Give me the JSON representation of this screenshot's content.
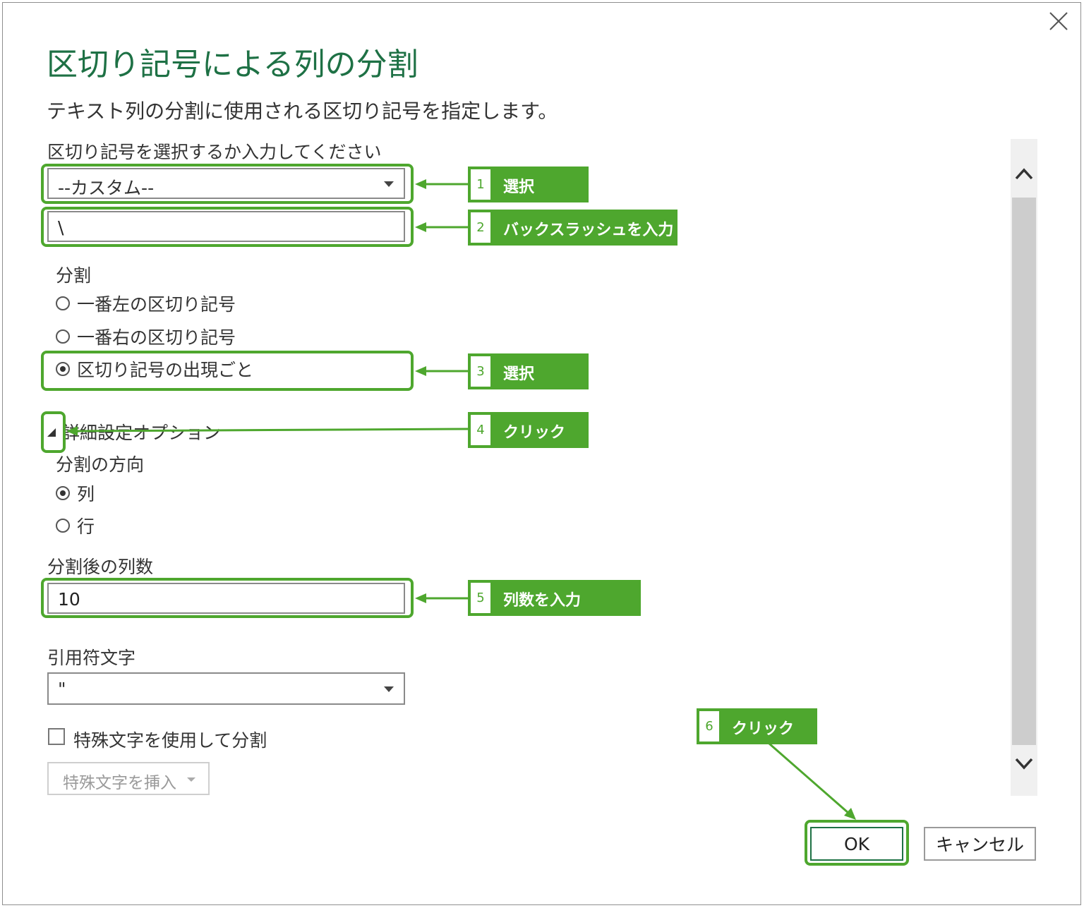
{
  "dialog": {
    "title": "区切り記号による列の分割",
    "subtitle": "テキスト列の分割に使用される区切り記号を指定します。"
  },
  "delimiter": {
    "label": "区切り記号を選択するか入力してください",
    "selected": "--カスタム--",
    "custom_value": "\\"
  },
  "split": {
    "label": "分割",
    "options": [
      "一番左の区切り記号",
      "一番右の区切り記号",
      "区切り記号の出現ごと"
    ],
    "selected_index": 2
  },
  "advanced": {
    "label": "詳細設定オプション",
    "direction_label": "分割の方向",
    "direction_options": [
      "列",
      "行"
    ],
    "direction_selected_index": 0,
    "columns_label": "分割後の列数",
    "columns_value": "10",
    "quote_label": "引用符文字",
    "quote_value": "\"",
    "special_chars_checkbox_label": "特殊文字を使用して分割",
    "special_chars_checked": false,
    "insert_special_label": "特殊文字を挿入"
  },
  "buttons": {
    "ok": "OK",
    "cancel": "キャンセル"
  },
  "callouts": [
    {
      "num": "1",
      "text": "選択"
    },
    {
      "num": "2",
      "text": "バックスラッシュを入力"
    },
    {
      "num": "3",
      "text": "選択"
    },
    {
      "num": "4",
      "text": "クリック"
    },
    {
      "num": "5",
      "text": "列数を入力"
    },
    {
      "num": "6",
      "text": "クリック"
    }
  ],
  "colors": {
    "title": "#1e7145",
    "annotation": "#4ea72e"
  }
}
